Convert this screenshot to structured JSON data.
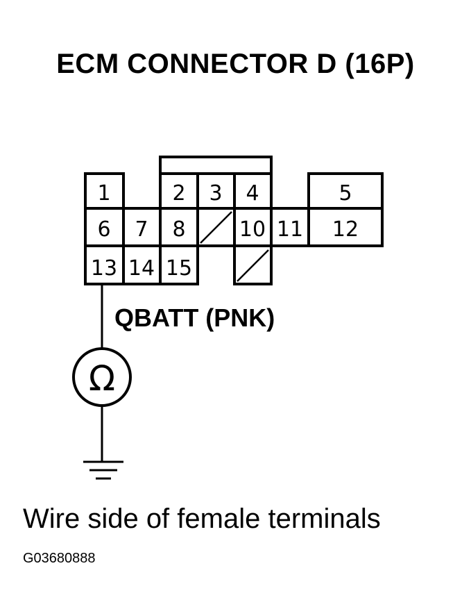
{
  "title": "ECM CONNECTOR D (16P)",
  "terminals": [
    "1",
    "2",
    "3",
    "4",
    "5",
    "6",
    "7",
    "8",
    "10",
    "11",
    "12",
    "13",
    "14",
    "15"
  ],
  "wire_label": "QBATT (PNK)",
  "meter_symbol": "Ω",
  "meter_icon": "ohmmeter-icon",
  "ground_icon": "ground-icon",
  "caption": "Wire side of female terminals",
  "figure_id": "G03680888"
}
